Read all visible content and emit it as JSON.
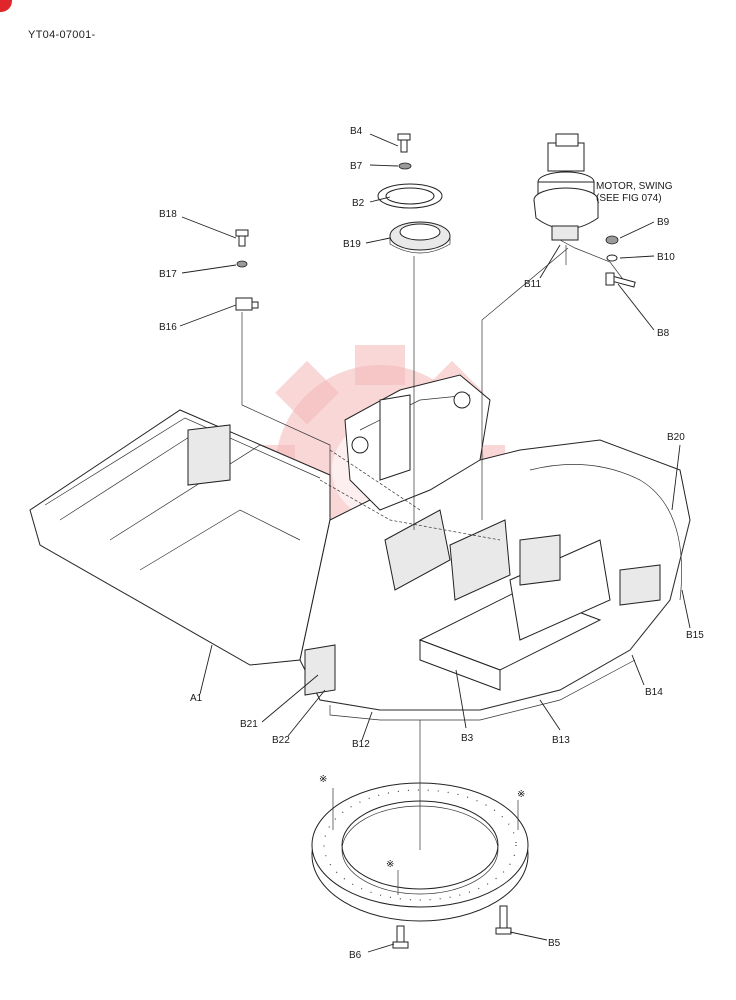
{
  "document": {
    "code": "YT04-07001-"
  },
  "colors": {
    "badge": "#e0252b",
    "watermark_gear": "#f4b7b7",
    "line": "#222222"
  },
  "callouts": {
    "A1": "A1",
    "B2": "B2",
    "B3": "B3",
    "B4": "B4",
    "B5": "B5",
    "B6": "B6",
    "B7": "B7",
    "B8": "B8",
    "B9": "B9",
    "B10": "B10",
    "B11": "B11",
    "B12": "B12",
    "B13": "B13",
    "B14": "B14",
    "B15": "B15",
    "B16": "B16",
    "B17": "B17",
    "B18": "B18",
    "B19": "B19",
    "B20": "B20",
    "B21": "B21",
    "B22": "B22"
  },
  "motor_note": {
    "line1": "MOTOR, SWING",
    "line2": "(SEE FIG 074)"
  },
  "marks": {
    "ring_mark": "※"
  }
}
